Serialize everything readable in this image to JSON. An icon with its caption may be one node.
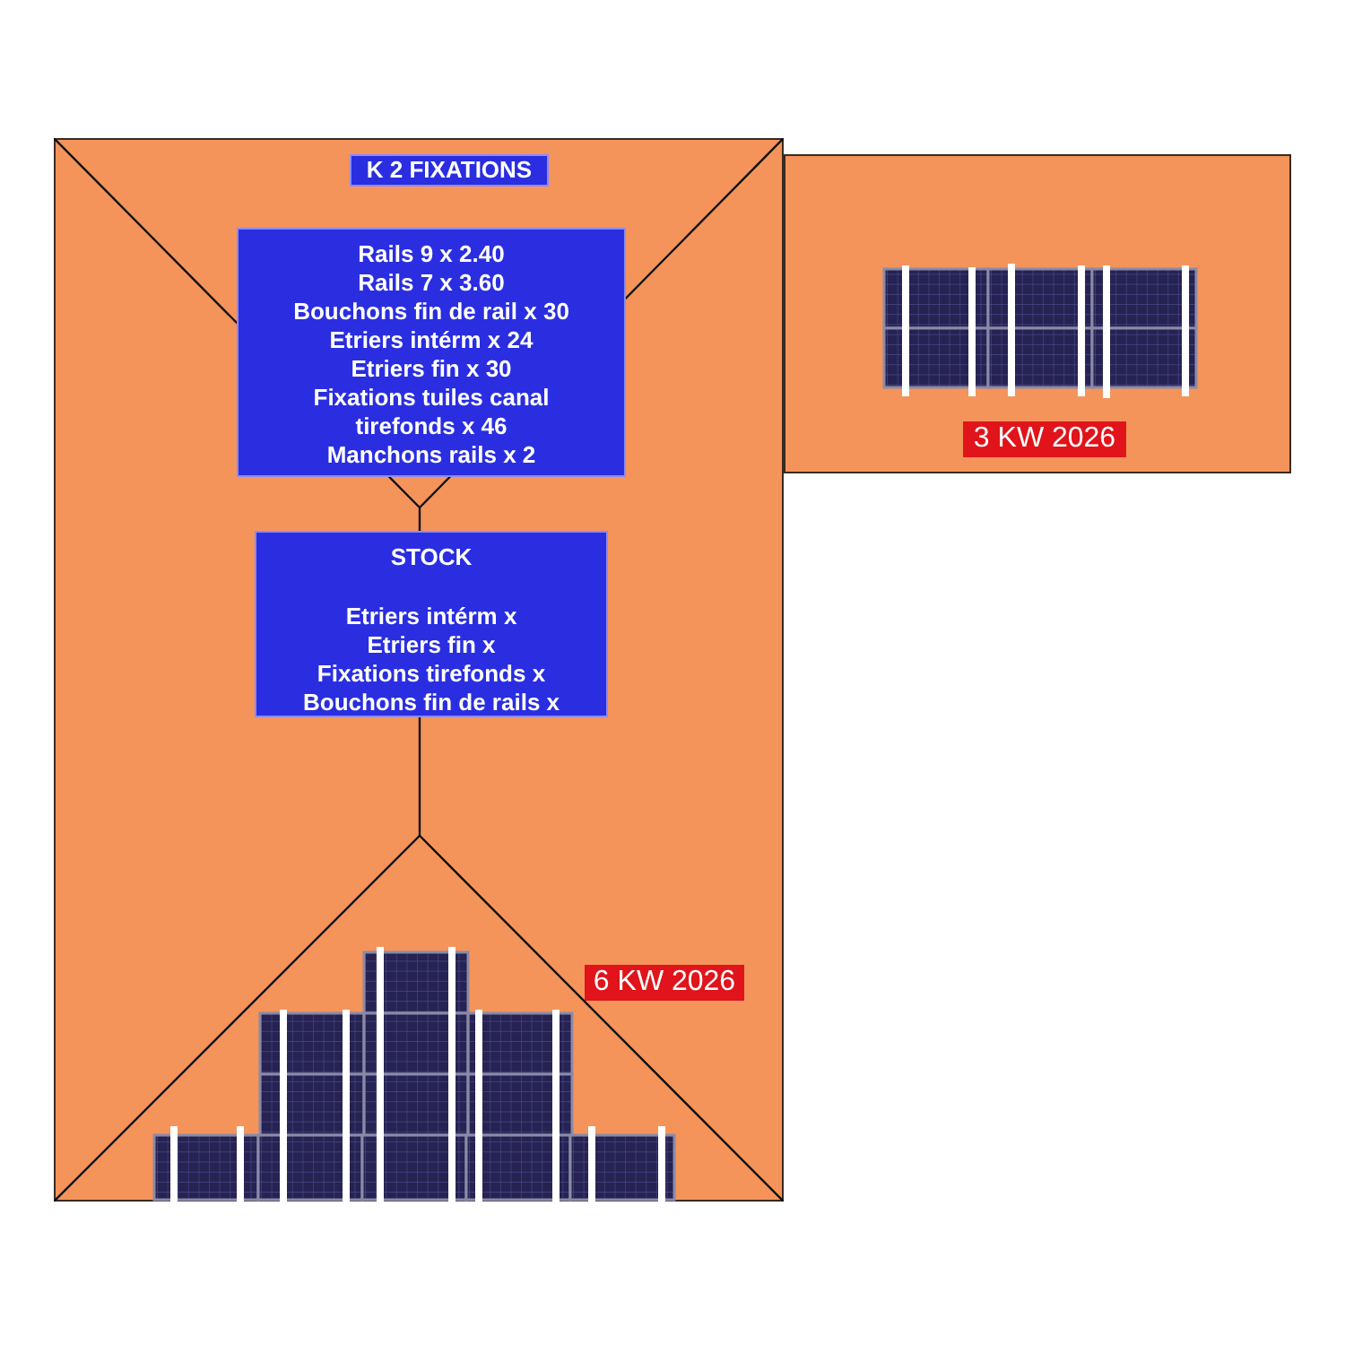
{
  "diagram": {
    "nodes": [
      {
        "text": [],
        "shape": "box"
      },
      {
        "text": [
          "K 2 FIXATIONS"
        ],
        "in": 0
      },
      {
        "text": [
          "Rails 9 x 2.40",
          "Rails 7 x 3.60",
          "Bouchons fin de rail x 30",
          "Etriers intérm x 24",
          "Etriers fin x 30",
          "Fixations tuiles canal tirefonds x 46",
          "Manchons rails x 2"
        ],
        "in": 0
      },
      {
        "text": [
          "STOCK",
          "Etriers intérm x",
          "Etriers fin x",
          "Fixations tirefonds x",
          "Bouchons fin de rails x"
        ],
        "in": 0
      },
      {
        "text": [
          "6 KW 2026"
        ],
        "in": 0
      },
      {
        "text": [],
        "shape": "box"
      },
      {
        "text": [
          "3 KW 2026"
        ],
        "in": 5
      }
    ]
  }
}
